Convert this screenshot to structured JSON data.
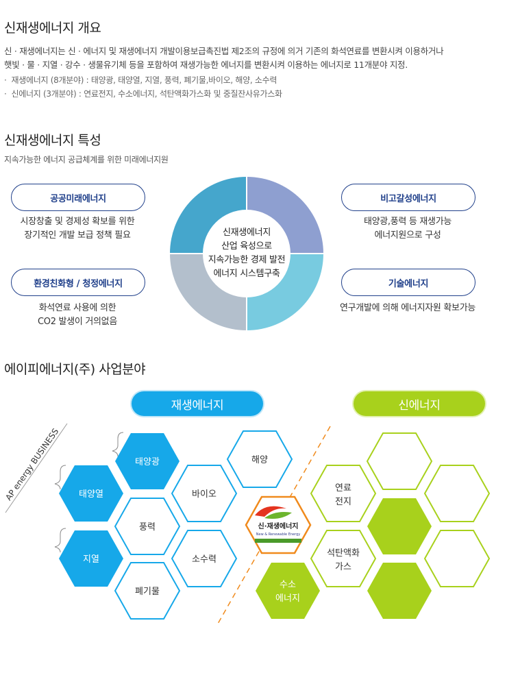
{
  "overview": {
    "title": "신재생에너지 개요",
    "paragraph_line1": "신 · 재생에너지는 신 · 에너지 및 재생에너지 개발이용보급촉진법 제2조의 규정에 의거 기존의 화석연료를 변환시켜 이용하거나",
    "paragraph_line2": "햇빛 · 물 · 지열 · 강수 · 생물유기체 등을 포함하여 재생가능한 에너지를 변환시켜 이용하는 에너지로 11개분야 지정.",
    "bullets": [
      "재생에너지 (8개분야) : 태양광, 태양열, 지열, 풍력, 폐기물,바이오, 해양, 소수력",
      "신에너지 (3개분야) : 연료전지, 수소에너지, 석탄액화가스화 및 중질잔사유가스화"
    ]
  },
  "features": {
    "title": "신재생에너지 특성",
    "subtitle": "지속가능한 에너지 공급체계를 위한 미래에너지원",
    "center_lines": [
      "신재생에너지",
      "산업 육성으로",
      "지속가능한 경제 발전",
      "에너지 시스템구축"
    ],
    "items": [
      {
        "label": "공공미래에너지",
        "desc": [
          "시장창출 및 경제성 확보를 위한",
          "장기적인 개발 보급 정책 필요"
        ]
      },
      {
        "label": "환경친화형 / 청정에너지",
        "desc": [
          "화석연료 사용에 의한",
          "CO2 발생이 거의없음"
        ]
      },
      {
        "label": "비고갈성에너지",
        "desc": [
          "태양광,풍력 등 재생가능",
          "에너지원으로 구성"
        ]
      },
      {
        "label": "기술에너지",
        "desc": [
          "연구개발에 의해 에너지자원 확보가능"
        ]
      }
    ],
    "colors": {
      "top_left": "#45a6cc",
      "top_right": "#8e9fd0",
      "bottom_right": "#78cbe0",
      "bottom_left": "#b3bfcc"
    }
  },
  "business": {
    "title": "에이피에너지(주) 사업분야",
    "renewable_label": "재생에너지",
    "new_label": "신에너지",
    "side_label": "AP energy BUSINESS",
    "logo_title": "신·재생에너지",
    "logo_sub": "New & Renewable Energy",
    "hex": {
      "solar_pv": "태양광",
      "solar_heat": "태양열",
      "geothermal": "지열",
      "wind": "풍력",
      "waste": "폐기물",
      "bio": "바이오",
      "ocean": "해양",
      "small_hydro": "소수력",
      "fuel_cell": [
        "연료",
        "전지"
      ],
      "coal_gas": [
        "석탄액화",
        "가스"
      ],
      "hydrogen": [
        "수소",
        "에너지"
      ]
    },
    "colors": {
      "blue": "#16a8e9",
      "green": "#a8d11c",
      "orange": "#f08a1c"
    }
  }
}
